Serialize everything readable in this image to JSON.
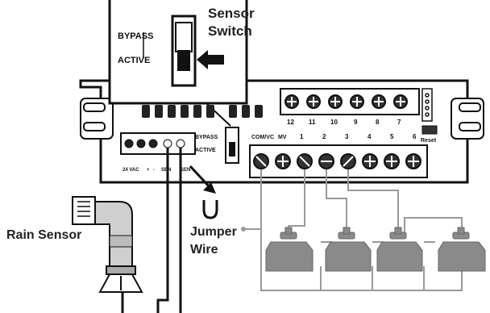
{
  "callout": {
    "label_bypass": "BYPASS",
    "label_active": "ACTIVE",
    "title_line1": "Sensor",
    "title_line2": "Switch"
  },
  "labels": {
    "rain_sensor": "Rain Sensor",
    "jumper_line1": "Jumper",
    "jumper_line2": "Wire"
  },
  "board": {
    "switch_bypass": "BYPASS",
    "switch_active": "ACTIVE",
    "terminal_left": [
      "24 VAC",
      "+",
      "-",
      "SEN",
      "SEN"
    ],
    "terminal_top_numbers": [
      "12",
      "11",
      "10",
      "9",
      "8",
      "7"
    ],
    "terminal_bottom_labels": [
      "COM/VC",
      "MV",
      "1",
      "2",
      "3",
      "4",
      "5",
      "6"
    ],
    "reset_label": "Reset"
  },
  "colors": {
    "line": "#111111",
    "wire": "#9a9a9a",
    "valve": "#888888",
    "sensor_body": "#cfcfcf"
  }
}
